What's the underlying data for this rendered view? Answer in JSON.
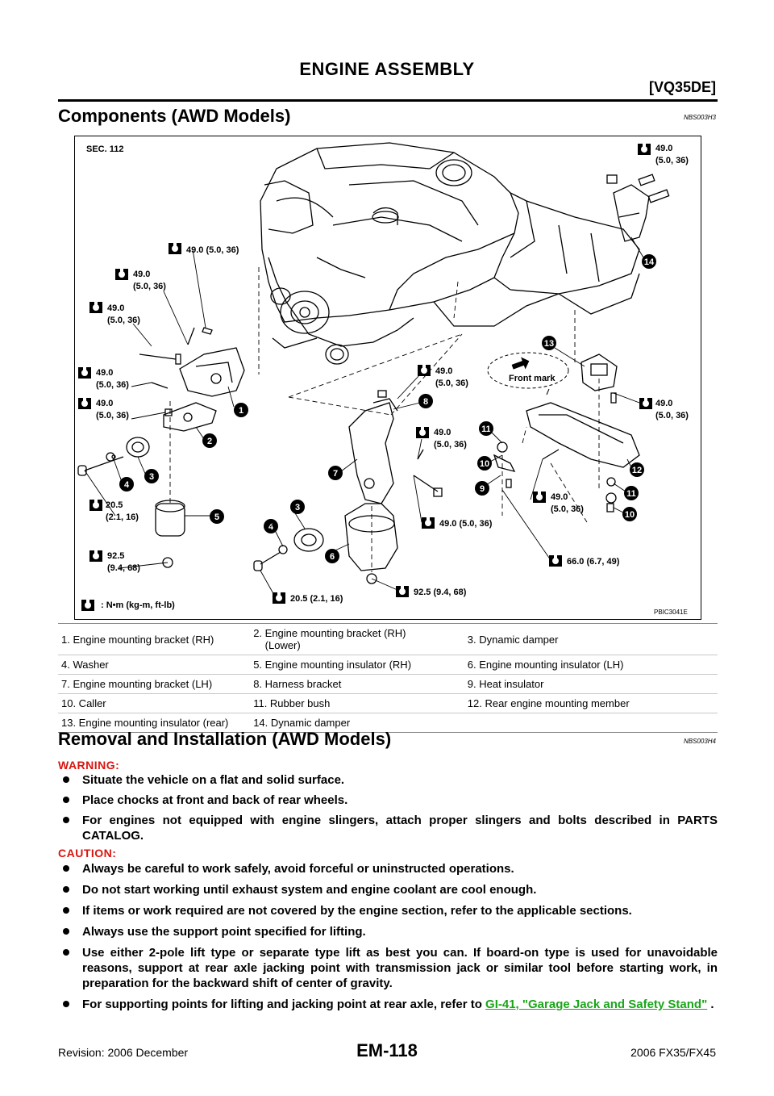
{
  "header": {
    "title": "ENGINE ASSEMBLY",
    "engine_code": "[VQ35DE]"
  },
  "components_section": {
    "title": "Components (AWD Models)",
    "code": "NBS003H3"
  },
  "figure": {
    "sec_label": "SEC. 112",
    "figure_id": "PBIC3041E",
    "unit_legend": ": N•m (kg-m, ft-lb)",
    "front_mark": "Front mark",
    "torque_labels": [
      "49.0 (5.0, 36)",
      "49.0\n(5.0, 36)",
      "49.0\n(5.0, 36)",
      "49.0\n(5.0, 36)",
      "49.0\n(5.0, 36)",
      "20.5\n(2.1, 16)",
      "92.5\n(9.4, 68)",
      "20.5 (2.1, 16)",
      "92.5 (9.4, 68)",
      "49.0\n(5.0, 36)",
      "49.0\n(5.0, 36)",
      "49.0 (5.0, 36)",
      "49.0\n(5.0, 36)",
      "49.0\n(5.0, 36)",
      "66.0 (6.7, 49)",
      "49.0\n(5.0, 36)"
    ],
    "callouts": [
      "1",
      "2",
      "3",
      "4",
      "5",
      "3",
      "4",
      "6",
      "7",
      "8",
      "9",
      "10",
      "11",
      "12",
      "13",
      "14",
      "11",
      "10"
    ]
  },
  "legend": [
    [
      "1. Engine mounting bracket (RH)",
      "2. Engine mounting bracket (RH)\n(Lower)",
      "3. Dynamic damper"
    ],
    [
      "4. Washer",
      "5. Engine mounting insulator (RH)",
      "6. Engine mounting insulator (LH)"
    ],
    [
      "7. Engine mounting bracket (LH)",
      "8. Harness bracket",
      "9. Heat insulator"
    ],
    [
      "10. Caller",
      "11. Rubber bush",
      "12. Rear engine mounting member"
    ],
    [
      "13. Engine mounting insulator (rear)",
      "14. Dynamic damper",
      ""
    ]
  ],
  "removal_section": {
    "title": "Removal and Installation (AWD Models)",
    "code": "NBS003H4"
  },
  "warning": {
    "label": "WARNING:",
    "items": [
      "Situate the vehicle on a flat and solid surface.",
      "Place chocks at front and back of rear wheels.",
      "For engines not equipped with engine slingers, attach proper slingers and bolts described in PARTS CATALOG."
    ]
  },
  "caution": {
    "label": "CAUTION:",
    "items": [
      "Always be careful to work safely, avoid forceful or uninstructed operations.",
      "Do not start working until exhaust system and engine coolant are cool enough.",
      "If items or work required are not covered by the engine section, refer to the applicable sections.",
      "Always use the support point specified for lifting.",
      "Use either 2-pole lift type or separate type lift as best you can. If board-on type is used for unavoidable reasons, support at rear axle jacking point with transmission jack or similar tool before starting work, in preparation for the backward shift of center of gravity."
    ],
    "last_item_prefix": "For supporting points for lifting and jacking point at rear axle, refer to ",
    "last_item_link": "GI-41, \"Garage Jack and Safety Stand\"",
    "last_item_suffix": " ."
  },
  "footer": {
    "revision": "Revision: 2006 December",
    "page": "EM-118",
    "model": "2006 FX35/FX45"
  }
}
